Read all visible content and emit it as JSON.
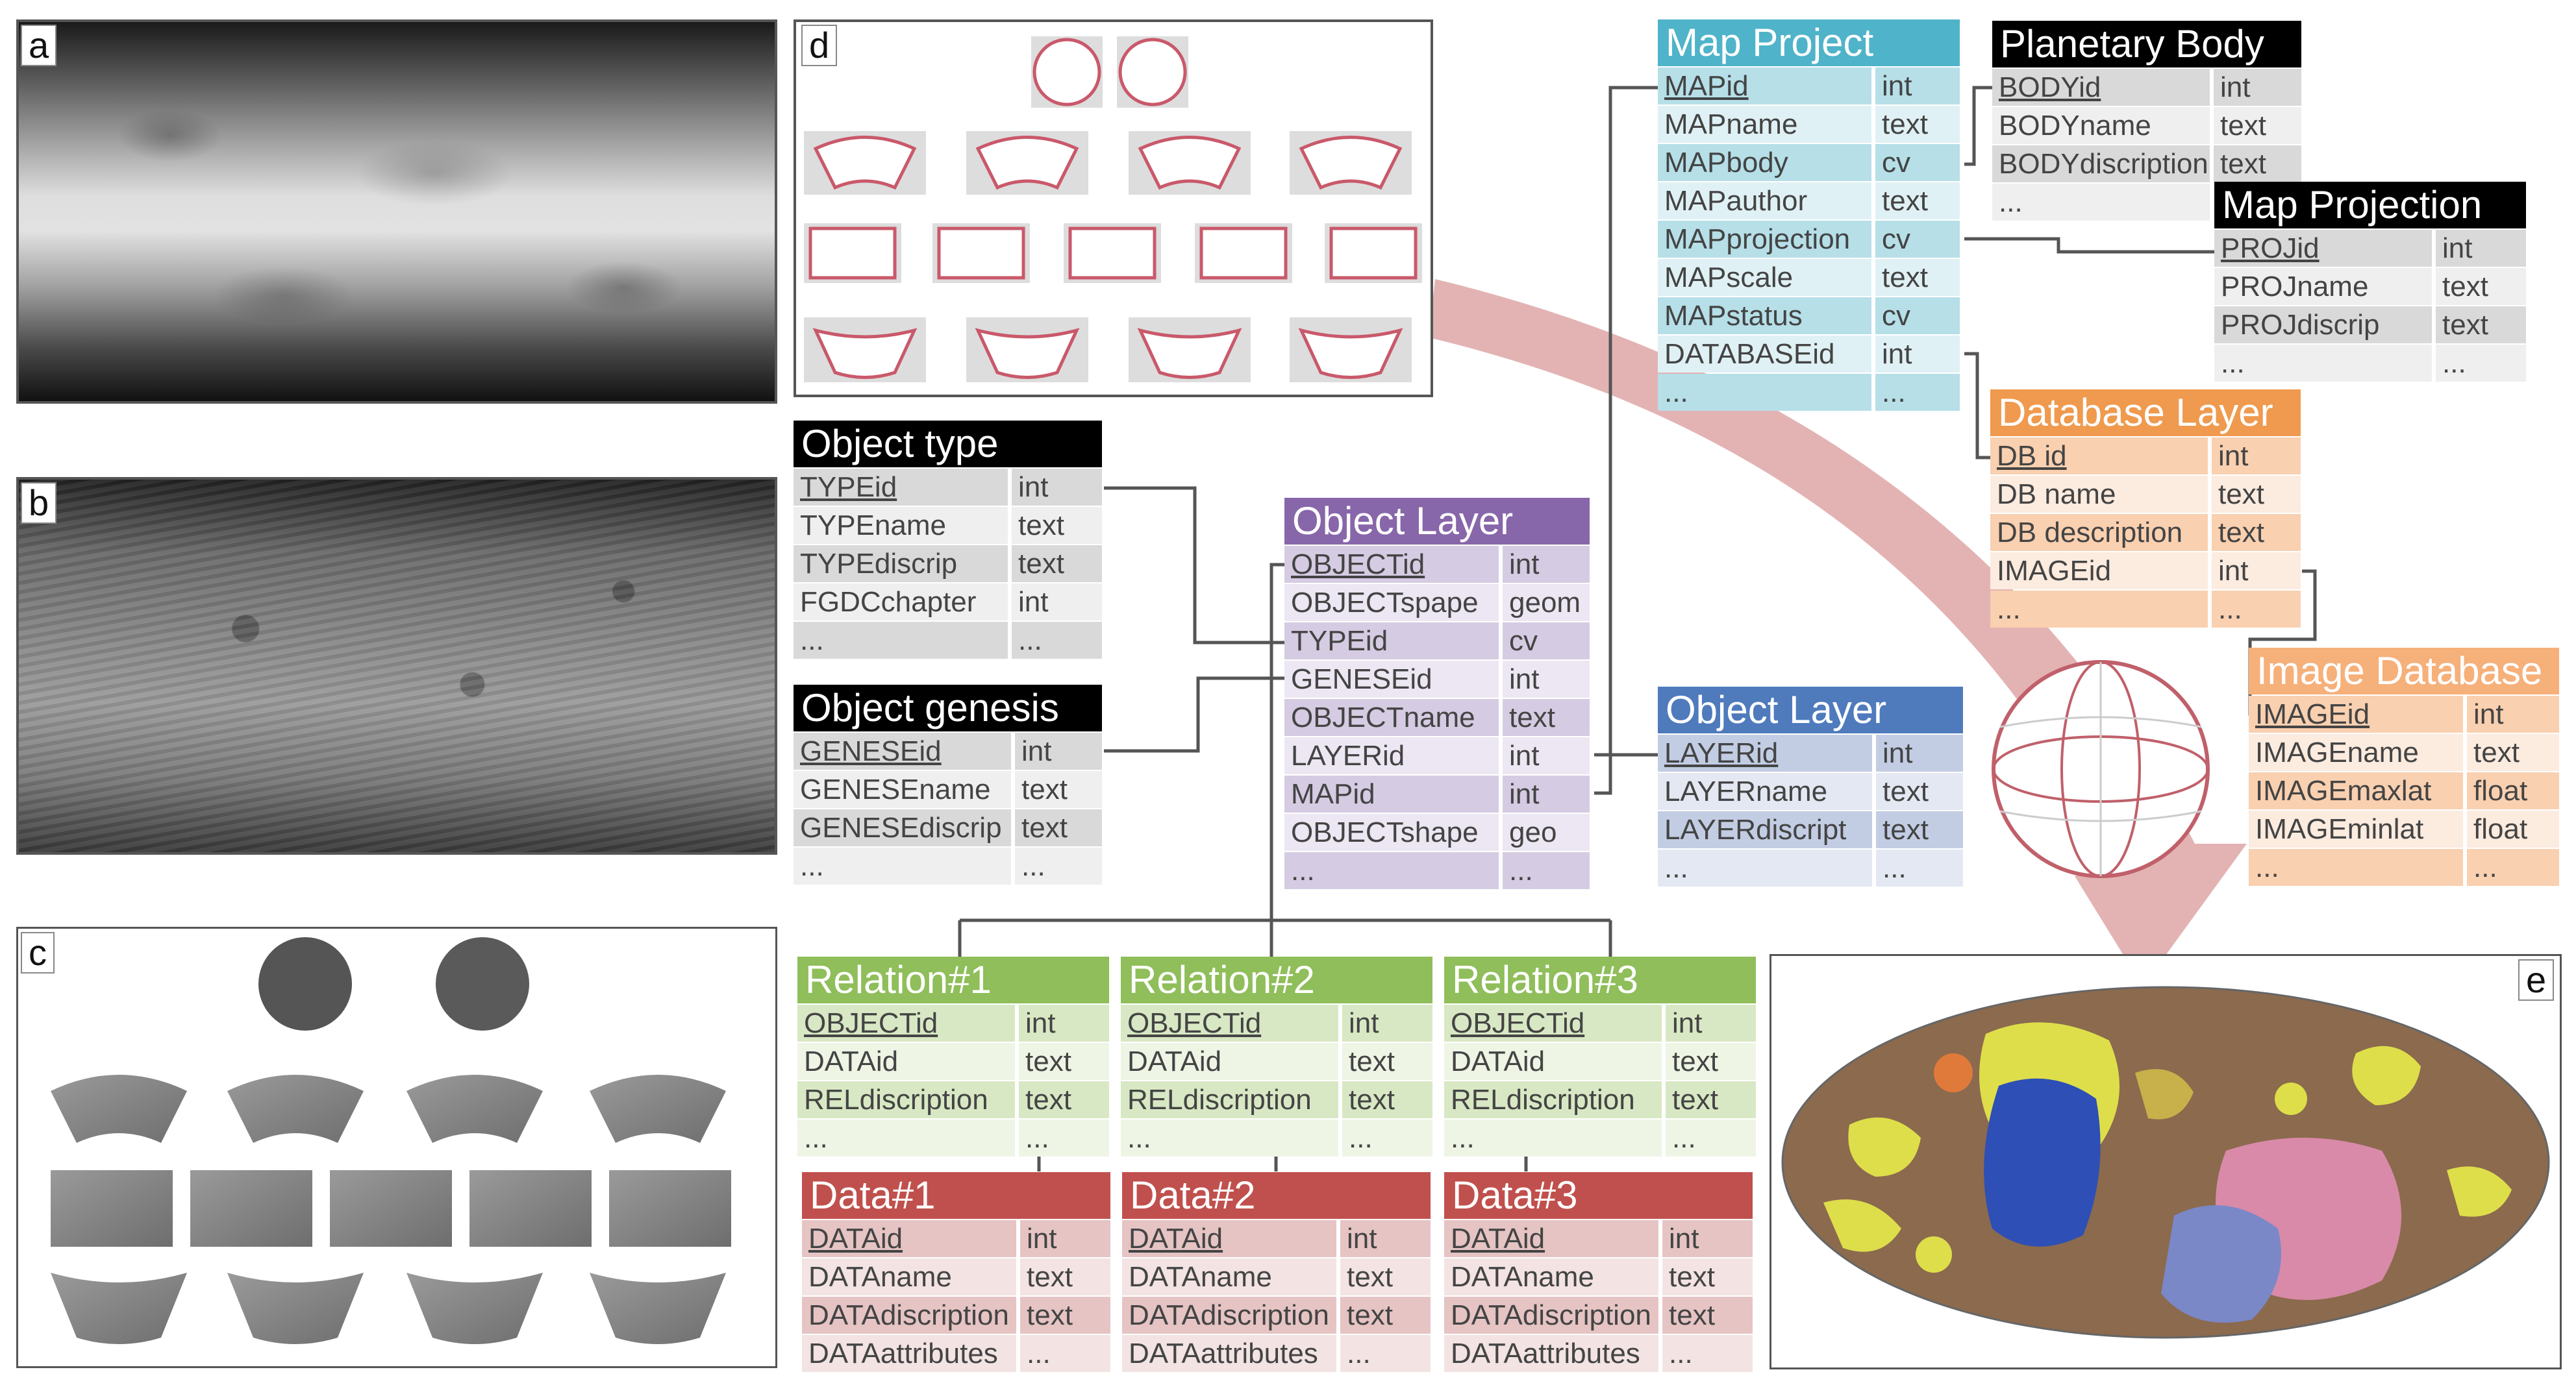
{
  "panels": {
    "a": {
      "label": "a"
    },
    "b": {
      "label": "b"
    },
    "c": {
      "label": "c"
    },
    "d": {
      "label": "d"
    },
    "e": {
      "label": "e"
    }
  },
  "colors": {
    "map_project": "#4fb3c9",
    "object_layer": "#8866aa",
    "object_layer2": "#4f7bbd",
    "database_layer": "#ef9a4e",
    "relation": "#8fbe5a",
    "data": "#c0504d",
    "black_header": "#000000",
    "arrow": "#d99a9a"
  },
  "tables": {
    "map_project": {
      "title": "Map Project",
      "rows": [
        {
          "field": "MAPid",
          "type": "int"
        },
        {
          "field": "MAPname",
          "type": "text"
        },
        {
          "field": "MAPbody",
          "type": "cv"
        },
        {
          "field": "MAPauthor",
          "type": "text"
        },
        {
          "field": "MAPprojection",
          "type": "cv"
        },
        {
          "field": "MAPscale",
          "type": "text"
        },
        {
          "field": "MAPstatus",
          "type": "cv"
        },
        {
          "field": "DATABASEid",
          "type": "int"
        },
        {
          "field": "...",
          "type": "..."
        }
      ]
    },
    "planetary_body": {
      "title": "Planetary Body",
      "rows": [
        {
          "field": "BODYid",
          "type": "int"
        },
        {
          "field": "BODYname",
          "type": "text"
        },
        {
          "field": "BODYdiscription",
          "type": "text"
        },
        {
          "field": "...",
          "type": ""
        }
      ]
    },
    "map_projection": {
      "title": "Map Projection",
      "rows": [
        {
          "field": "PROJid",
          "type": "int"
        },
        {
          "field": "PROJname",
          "type": "text"
        },
        {
          "field": "PROJdiscrip",
          "type": "text"
        },
        {
          "field": "...",
          "type": "..."
        }
      ]
    },
    "database_layer": {
      "title": "Database Layer",
      "rows": [
        {
          "field": "DB id",
          "type": "int"
        },
        {
          "field": "DB name",
          "type": "text"
        },
        {
          "field": "DB description",
          "type": "text"
        },
        {
          "field": "IMAGEid",
          "type": "int"
        },
        {
          "field": "...",
          "type": "..."
        }
      ]
    },
    "image_database": {
      "title": "Image Database",
      "rows": [
        {
          "field": "IMAGEid",
          "type": "int"
        },
        {
          "field": "IMAGEname",
          "type": "text"
        },
        {
          "field": "IMAGEmaxlat",
          "type": "float"
        },
        {
          "field": "IMAGEminlat",
          "type": "float"
        },
        {
          "field": "...",
          "type": "..."
        }
      ]
    },
    "object_type": {
      "title": "Object type",
      "rows": [
        {
          "field": "TYPEid",
          "type": "int"
        },
        {
          "field": "TYPEname",
          "type": "text"
        },
        {
          "field": "TYPEdiscrip",
          "type": "text"
        },
        {
          "field": "FGDCchapter",
          "type": "int"
        },
        {
          "field": "...",
          "type": "..."
        }
      ]
    },
    "object_genesis": {
      "title": "Object genesis",
      "rows": [
        {
          "field": "GENESEid",
          "type": "int"
        },
        {
          "field": "GENESEname",
          "type": "text"
        },
        {
          "field": "GENESEdiscrip",
          "type": "text"
        },
        {
          "field": "...",
          "type": "..."
        }
      ]
    },
    "object_layer_main": {
      "title": "Object Layer",
      "rows": [
        {
          "field": "OBJECTid",
          "type": "int"
        },
        {
          "field": "OBJECTspape",
          "type": "geom"
        },
        {
          "field": "TYPEid",
          "type": "cv"
        },
        {
          "field": "GENESEid",
          "type": "int"
        },
        {
          "field": "OBJECTname",
          "type": "text"
        },
        {
          "field": "LAYERid",
          "type": "int"
        },
        {
          "field": "MAPid",
          "type": "int"
        },
        {
          "field": "OBJECTshape",
          "type": "geo"
        },
        {
          "field": "...",
          "type": "..."
        }
      ]
    },
    "object_layer_small": {
      "title": "Object Layer",
      "rows": [
        {
          "field": "LAYERid",
          "type": "int"
        },
        {
          "field": "LAYERname",
          "type": "text"
        },
        {
          "field": "LAYERdiscript",
          "type": "text"
        },
        {
          "field": "...",
          "type": "..."
        }
      ]
    },
    "relation1": {
      "title": "Relation#1",
      "rows": [
        {
          "field": "OBJECTid",
          "type": "int"
        },
        {
          "field": "DATAid",
          "type": "text"
        },
        {
          "field": "RELdiscription",
          "type": "text"
        },
        {
          "field": "...",
          "type": "..."
        }
      ]
    },
    "relation2": {
      "title": "Relation#2",
      "rows": [
        {
          "field": "OBJECTid",
          "type": "int"
        },
        {
          "field": "DATAid",
          "type": "text"
        },
        {
          "field": "RELdiscription",
          "type": "text"
        },
        {
          "field": "...",
          "type": "..."
        }
      ]
    },
    "relation3": {
      "title": "Relation#3",
      "rows": [
        {
          "field": "OBJECTid",
          "type": "int"
        },
        {
          "field": "DATAid",
          "type": "text"
        },
        {
          "field": "RELdiscription",
          "type": "text"
        },
        {
          "field": "...",
          "type": "..."
        }
      ]
    },
    "data1": {
      "title": "Data#1",
      "rows": [
        {
          "field": "DATAid",
          "type": "int"
        },
        {
          "field": "DATAname",
          "type": "text"
        },
        {
          "field": "DATAdiscription",
          "type": "text"
        },
        {
          "field": "DATAattributes",
          "type": "..."
        }
      ]
    },
    "data2": {
      "title": "Data#2",
      "rows": [
        {
          "field": "DATAid",
          "type": "int"
        },
        {
          "field": "DATAname",
          "type": "text"
        },
        {
          "field": "DATAdiscription",
          "type": "text"
        },
        {
          "field": "DATAattributes",
          "type": "..."
        }
      ]
    },
    "data3": {
      "title": "Data#3",
      "rows": [
        {
          "field": "DATAid",
          "type": "int"
        },
        {
          "field": "DATAname",
          "type": "text"
        },
        {
          "field": "DATAdiscription",
          "type": "text"
        },
        {
          "field": "DATAattributes",
          "type": "..."
        }
      ]
    }
  }
}
